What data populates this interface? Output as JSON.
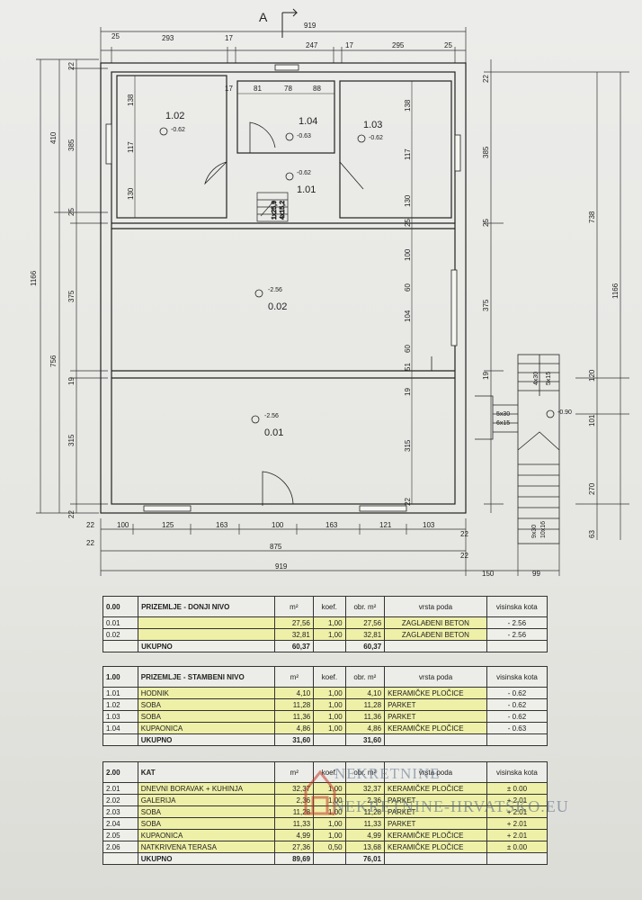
{
  "plan": {
    "section_label": "A",
    "top_dims": {
      "overall": "919",
      "parts": [
        "25",
        "293",
        "17",
        "247",
        "17",
        "295",
        "25"
      ]
    },
    "inner_top_dims": [
      "17",
      "81",
      "78",
      "88"
    ],
    "bottom_dims_1": [
      "100",
      "125",
      "163",
      "100",
      "163",
      "121",
      "103",
      "22",
      "22"
    ],
    "bottom_dims_2": [
      "875",
      "22",
      "22"
    ],
    "bottom_dims_3": [
      "919",
      "150",
      "99"
    ],
    "left_dims_outer": [
      "1166"
    ],
    "left_dims_mid": [
      "410",
      "756"
    ],
    "left_dims_inner": [
      "22",
      "385",
      "25",
      "375",
      "19",
      "315",
      "22"
    ],
    "room_side_dims_left": [
      "138",
      "117",
      "130"
    ],
    "room_side_dims_right": [
      "138",
      "117",
      "130",
      "25",
      "100",
      "60",
      "104",
      "60",
      "51",
      "19",
      "315",
      "22"
    ],
    "right_dims_outer": [
      "738",
      "1166"
    ],
    "right_dims_inner": [
      "22",
      "385",
      "25",
      "375",
      "19",
      "120",
      "101",
      "270",
      "63"
    ],
    "stair_labels": [
      "4x30",
      "5x15",
      "5x30",
      "6x15",
      "9x30",
      "10x16"
    ],
    "small_stair_labels": [
      "1x25,9",
      "4x15,2"
    ],
    "rooms": [
      {
        "id": "1.02",
        "level": "-0.62"
      },
      {
        "id": "1.04",
        "level": "-0.63"
      },
      {
        "id": "1.03",
        "level": "-0.62"
      },
      {
        "id": "1.01",
        "level": "-0.62"
      },
      {
        "id": "0.02",
        "level": "-2.56"
      },
      {
        "id": "0.01",
        "level": "-2.56"
      }
    ],
    "terrace_level": "-0.90"
  },
  "table1": {
    "code": "0.00",
    "title": "PRIZEMLJE - DONJI NIVO",
    "cols": [
      "m²",
      "koef.",
      "obr. m²",
      "vrsta poda",
      "visinska kota"
    ],
    "rows": [
      {
        "id": "0.01",
        "name": "",
        "m2": "27,56",
        "koef": "1,00",
        "obr": "27,56",
        "floor": "ZAGLAĐENI BETON",
        "kota": "- 2.56"
      },
      {
        "id": "0.02",
        "name": "",
        "m2": "32,81",
        "koef": "1,00",
        "obr": "32,81",
        "floor": "ZAGLAĐENI BETON",
        "kota": "- 2.56"
      }
    ],
    "total": {
      "label": "UKUPNO",
      "m2": "60,37",
      "obr": "60,37"
    }
  },
  "table2": {
    "code": "1.00",
    "title": "PRIZEMLJE - STAMBENI NIVO",
    "cols": [
      "m²",
      "koef.",
      "obr. m²",
      "vrsta poda",
      "visinska kota"
    ],
    "rows": [
      {
        "id": "1.01",
        "name": "HODNIK",
        "m2": "4,10",
        "koef": "1,00",
        "obr": "4,10",
        "floor": "KERAMIČKE PLOČICE",
        "kota": "- 0.62"
      },
      {
        "id": "1.02",
        "name": "SOBA",
        "m2": "11,28",
        "koef": "1,00",
        "obr": "11,28",
        "floor": "PARKET",
        "kota": "- 0.62"
      },
      {
        "id": "1.03",
        "name": "SOBA",
        "m2": "11,36",
        "koef": "1,00",
        "obr": "11,36",
        "floor": "PARKET",
        "kota": "- 0.62"
      },
      {
        "id": "1.04",
        "name": "KUPAONICA",
        "m2": "4,86",
        "koef": "1,00",
        "obr": "4,86",
        "floor": "KERAMIČKE PLOČICE",
        "kota": "- 0.63"
      }
    ],
    "total": {
      "label": "UKUPNO",
      "m2": "31,60",
      "obr": "31,60"
    }
  },
  "table3": {
    "code": "2.00",
    "title": "KAT",
    "cols": [
      "m²",
      "koef.",
      "obr. m²",
      "vrsta poda",
      "visinska kota"
    ],
    "rows": [
      {
        "id": "2.01",
        "name": "DNEVNI BORAVAK + KUHINJA",
        "m2": "32,37",
        "koef": "1,00",
        "obr": "32,37",
        "floor": "KERAMIČKE PLOČICE",
        "kota": "± 0.00"
      },
      {
        "id": "2.02",
        "name": "GALERIJA",
        "m2": "2,36",
        "koef": "1,00",
        "obr": "2,36",
        "floor": "PARKET",
        "kota": "+ 2.01"
      },
      {
        "id": "2.03",
        "name": "SOBA",
        "m2": "11,28",
        "koef": "1,00",
        "obr": "11,28",
        "floor": "PARKET",
        "kota": "+ 2.01"
      },
      {
        "id": "2.04",
        "name": "SOBA",
        "m2": "11,33",
        "koef": "1,00",
        "obr": "11,33",
        "floor": "PARKET",
        "kota": "+ 2.01"
      },
      {
        "id": "2.05",
        "name": "KUPAONICA",
        "m2": "4,99",
        "koef": "1,00",
        "obr": "4,99",
        "floor": "KERAMIČKE PLOČICE",
        "kota": "+ 2.01"
      },
      {
        "id": "2.06",
        "name": "NATKRIVENA TERASA",
        "m2": "27,36",
        "koef": "0,50",
        "obr": "13,68",
        "floor": "KERAMIČKE PLOČICE",
        "kota": "± 0.00"
      }
    ],
    "total": {
      "label": "UKUPNO",
      "m2": "89,69",
      "obr": "76,01"
    }
  },
  "watermark": {
    "line1": "NEKRETNINE",
    "line2": "NEKRETNINE-HRVATSKO.EU",
    "color": "#4f6580"
  }
}
